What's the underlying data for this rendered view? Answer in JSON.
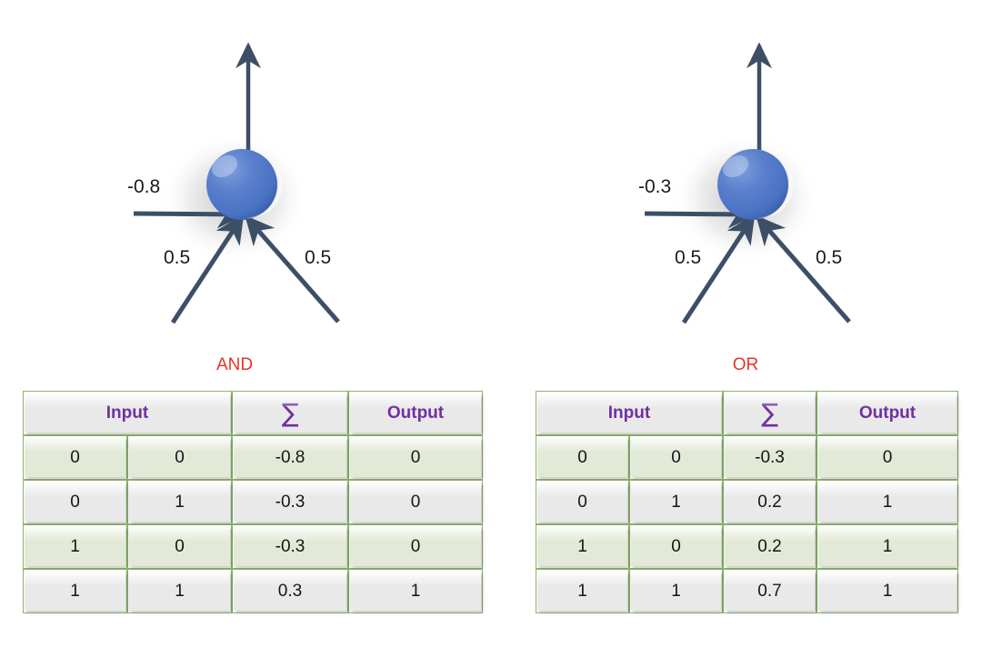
{
  "page": {
    "background": "#ffffff",
    "accent_red": "#ea3323",
    "accent_purple": "#7030a0",
    "border_green": "#8db56b",
    "cell_gray": "#e9e9e9",
    "cell_green": "#e2e9d7",
    "neuron_blue": "#4a72c4",
    "arrow_color": "#3d4f66"
  },
  "diagrams": [
    {
      "name": "and-neuron",
      "bias_weight": "-0.8",
      "input1_weight": "0.5",
      "input2_weight": "0.5",
      "node_icon": "neuron-node-icon",
      "output_arrow": "output-arrow-icon"
    },
    {
      "name": "or-neuron",
      "bias_weight": "-0.3",
      "input1_weight": "0.5",
      "input2_weight": "0.5",
      "node_icon": "neuron-node-icon",
      "output_arrow": "output-arrow-icon"
    }
  ],
  "tables": [
    {
      "caption": "AND",
      "headers": [
        "Input",
        "",
        "∑",
        "Output"
      ],
      "rows": [
        [
          "0",
          "0",
          "-0.8",
          "0"
        ],
        [
          "0",
          "1",
          "-0.3",
          "0"
        ],
        [
          "1",
          "0",
          "-0.3",
          "0"
        ],
        [
          "1",
          "1",
          "0.3",
          "1"
        ]
      ]
    },
    {
      "caption": "OR",
      "headers": [
        "Input",
        "",
        "∑",
        "Output"
      ],
      "rows": [
        [
          "0",
          "0",
          "-0.3",
          "0"
        ],
        [
          "0",
          "1",
          "0.2",
          "1"
        ],
        [
          "1",
          "0",
          "0.2",
          "1"
        ],
        [
          "1",
          "1",
          "0.7",
          "1"
        ]
      ]
    }
  ]
}
